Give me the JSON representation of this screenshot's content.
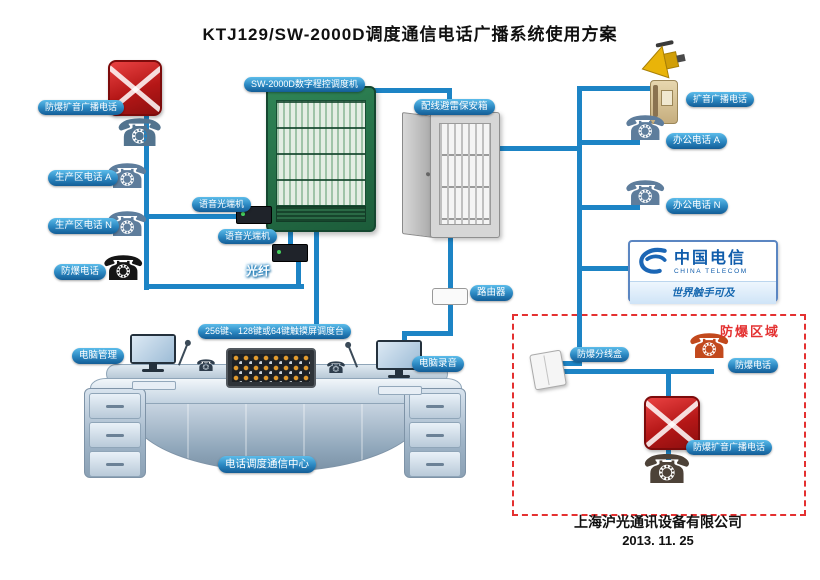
{
  "title": "KTJ129/SW-2000D调度通信电话广播系统使用方案",
  "icons": {
    "phone": "☎"
  },
  "left": {
    "ex_broadcast_phone": "防爆扩音广播电话",
    "production_phone_a": "生产区电话 A",
    "production_phone_n": "生产区电话 N",
    "ex_phone": "防爆电话"
  },
  "center": {
    "dispatcher": "SW-2000D数字程控调度机",
    "voice_optical_a": "语音光端机",
    "voice_optical_b": "语音光端机",
    "fiber": "光纤",
    "protection_box": "配线避雷保安箱",
    "router": "路由器"
  },
  "right": {
    "pa_phone": "扩音广播电话",
    "office_phone_a": "办公电话 A",
    "office_phone_n": "办公电话 N",
    "telecom": {
      "name": "中国电信",
      "name_en": "CHINA TELECOM",
      "slogan": "世界触手可及"
    }
  },
  "console": {
    "touch_label": "256键、128键或64键触摸屏调度台",
    "pc_manage": "电脑管理",
    "pc_record": "电脑录音",
    "center_label": "电话调度通信中心"
  },
  "ex_zone": {
    "zone_label": "防爆区域",
    "junction_box": "防爆分线盒",
    "ex_phone": "防爆电话",
    "ex_broadcast_phone": "防爆扩音广播电话"
  },
  "footer": {
    "company": "上海沪光通讯设备有限公司",
    "date": "2013. 11. 25"
  },
  "colors": {
    "connector_line": "#1d84c5",
    "label_pill": "#2a86c0",
    "explosion_red": "#b51717",
    "cabinet_green": "#1c5c3a",
    "telecom_blue": "#0f5cab",
    "zone_border_red": "#e43131"
  }
}
